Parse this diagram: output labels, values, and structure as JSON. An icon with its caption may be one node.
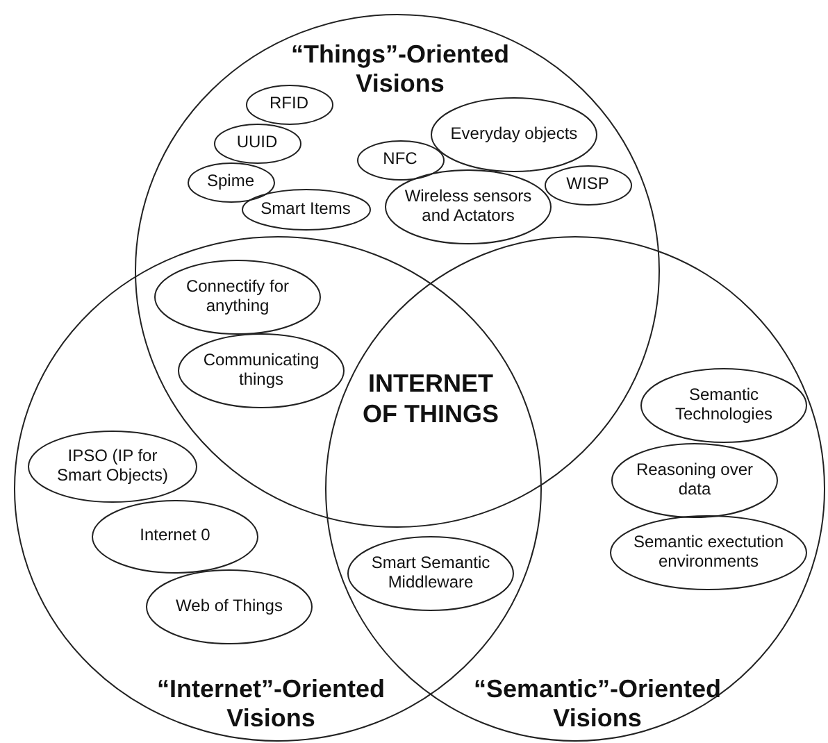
{
  "diagram": {
    "nodes": [
      {
        "text": [
          "“Things”-Oriented Visions"
        ]
      },
      {
        "text": [
          "“Internet”-Oriented Visions"
        ]
      },
      {
        "text": [
          "“Semantic”-Oriented Visions"
        ]
      },
      {
        "text": [
          "RFID"
        ],
        "in": 0
      },
      {
        "text": [
          "UUID"
        ],
        "in": 0
      },
      {
        "text": [
          "Everyday objects"
        ],
        "in": 0
      },
      {
        "text": [
          "NFC"
        ],
        "in": 0
      },
      {
        "text": [
          "Spime"
        ],
        "in": 0
      },
      {
        "text": [
          "WISP"
        ],
        "in": 0
      },
      {
        "text": [
          "Smart Items"
        ],
        "in": 0
      },
      {
        "text": [
          "Wireless sensors and Actators"
        ],
        "in": 0
      },
      {
        "text": [
          "Connectify for anything"
        ]
      },
      {
        "text": [
          "Communicating things"
        ]
      },
      {
        "text": [
          "Semantic Technologies"
        ],
        "in": 2
      },
      {
        "text": [
          "IPSO (IP for Smart Objects)"
        ],
        "in": 1
      },
      {
        "text": [
          "Reasoning over data"
        ],
        "in": 2
      },
      {
        "text": [
          "Internet 0"
        ],
        "in": 1
      },
      {
        "text": [
          "Semantic exectution environments"
        ],
        "in": 2
      },
      {
        "text": [
          "Smart Semantic Middleware"
        ]
      },
      {
        "text": [
          "Web of Things"
        ],
        "in": 1
      }
    ],
    "labels": [
      "INTERNET OF THINGS"
    ]
  }
}
